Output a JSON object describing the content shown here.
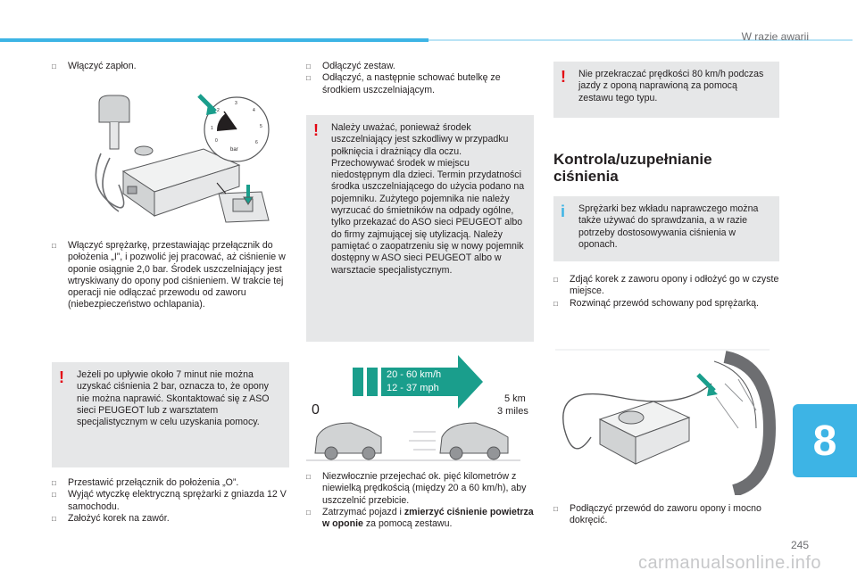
{
  "header": {
    "chapter_title": "W razie awarii",
    "page_number": "245",
    "chapter_number": "8",
    "watermark": "carmanualsonline.info"
  },
  "col1": {
    "step1": "Włączyć zapłon.",
    "gauge_unit": "bar",
    "gauge_ticks": [
      "0",
      "1",
      "2",
      "3",
      "4",
      "5",
      "6"
    ],
    "step2": "Włączyć sprężarkę, przestawiając przełącznik do położenia „I”, i pozwolić jej pracować, aż ciśnienie w oponie osiągnie 2,0 bar. Środek uszczelniający jest wtryskiwany do opony pod ciśnieniem. W trakcie tej operacji nie odłączać przewodu od zaworu (niebezpieczeństwo ochlapania).",
    "warning": "Jeżeli po upływie około 7 minut nie można uzyskać ciśnienia 2 bar, oznacza to, że opony nie można naprawić. Skontaktować się z ASO sieci PEUGEOT lub z warsztatem specjalistycznym w celu uzyskania pomocy.",
    "step3": "Przestawić przełącznik do położenia „O”.",
    "step4": "Wyjąć wtyczkę elektryczną sprężarki z gniazda 12 V samochodu.",
    "step5": "Założyć korek na zawór."
  },
  "col2": {
    "step1": "Odłączyć zestaw.",
    "step2": "Odłączyć, a następnie schować butelkę ze środkiem uszczelniającym.",
    "warning": "Należy uważać, ponieważ środek uszczelniający jest szkodliwy w przypadku połknięcia i drażniący dla oczu. Przechowywać środek w miejscu niedostępnym dla dzieci. Termin przydatności środka uszczelniającego do użycia podano na pojemniku. Zużytego pojemnika nie należy wyrzucać do śmietników na odpady ogólne, tylko przekazać do ASO sieci PEUGEOT albo do firmy zajmującej się utylizacją. Należy pamiętać o zaopatrzeniu się w nowy pojemnik dostępny w ASO sieci PEUGEOT albo w warsztacie specjalistycznym.",
    "speed_kmh": "20 - 60 km/h",
    "speed_mph": "12 - 37 mph",
    "distance_start": "0",
    "distance_km": "5 km",
    "distance_miles": "3 miles",
    "step3": "Niezwłocznie przejechać ok. pięć kilometrów z niewielką prędkością (między 20 a 60 km/h), aby uszczelnić przebicie.",
    "step4_pre": "Zatrzymać pojazd i ",
    "step4_bold": "zmierzyć ciśnienie powietrza w oponie",
    "step4_post": " za pomocą zestawu."
  },
  "col3": {
    "warning": "Nie przekraczać prędkości 80 km/h podczas jazdy z oponą naprawioną za pomocą zestawu tego typu.",
    "heading": "Kontrola/uzupełnianie ciśnienia",
    "info": "Sprężarki bez wkładu naprawczego można także używać do sprawdzania, a w razie potrzeby dostosowywania ciśnienia w oponach.",
    "step1": "Zdjąć korek z zaworu opony i odłożyć go w czyste miejsce.",
    "step2": "Rozwinąć przewód schowany pod sprężarką.",
    "step3": "Podłączyć przewód do zaworu opony i mocno dokręcić."
  },
  "colors": {
    "accent": "#3db4e5",
    "warning": "#e30613",
    "box_bg": "#e6e7e8",
    "speed_panel": "#1a9e8c"
  }
}
